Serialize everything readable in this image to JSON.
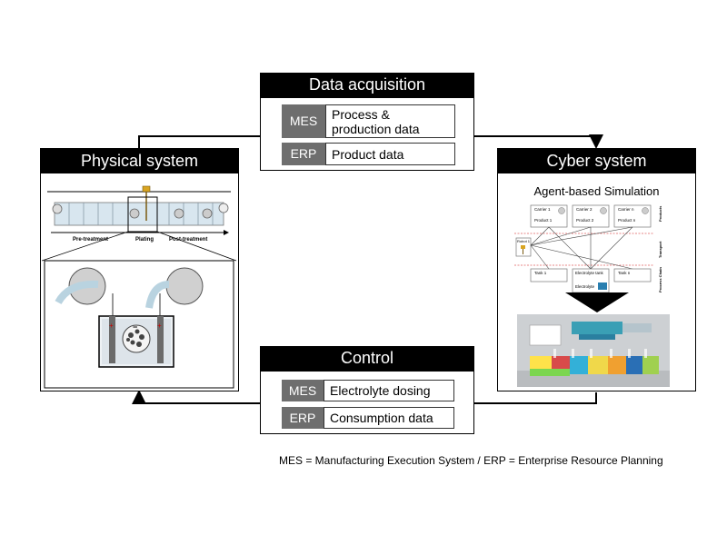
{
  "data_acquisition": {
    "title": "Data acquisition",
    "rows": [
      {
        "tag": "MES",
        "label": "Process &\nproduction data"
      },
      {
        "tag": "ERP",
        "label": "Product data"
      }
    ]
  },
  "physical_system": {
    "title": "Physical system",
    "stage_labels": [
      "Pre-treatment",
      "Plating",
      "Post-treatment"
    ]
  },
  "cyber_system": {
    "title": "Cyber system",
    "subtitle": "Agent-based Simulation",
    "carriers": [
      "Carrier 1",
      "Carrier 2",
      "Carrier n"
    ],
    "products": [
      "Product 1",
      "Product 2",
      "Product n"
    ],
    "robot": "Robot 1",
    "tanks": [
      "Tank 1",
      "Electrolyte tank",
      "Tank n"
    ],
    "electrolyte": "Electrolyte",
    "side_labels": [
      "Products",
      "Transport",
      "Process Chain"
    ]
  },
  "control": {
    "title": "Control",
    "rows": [
      {
        "tag": "MES",
        "label": "Electrolyte dosing"
      },
      {
        "tag": "ERP",
        "label": "Consumption data"
      }
    ]
  },
  "legend": "MES = Manufacturing Execution System / ERP = Enterprise Resource Planning"
}
